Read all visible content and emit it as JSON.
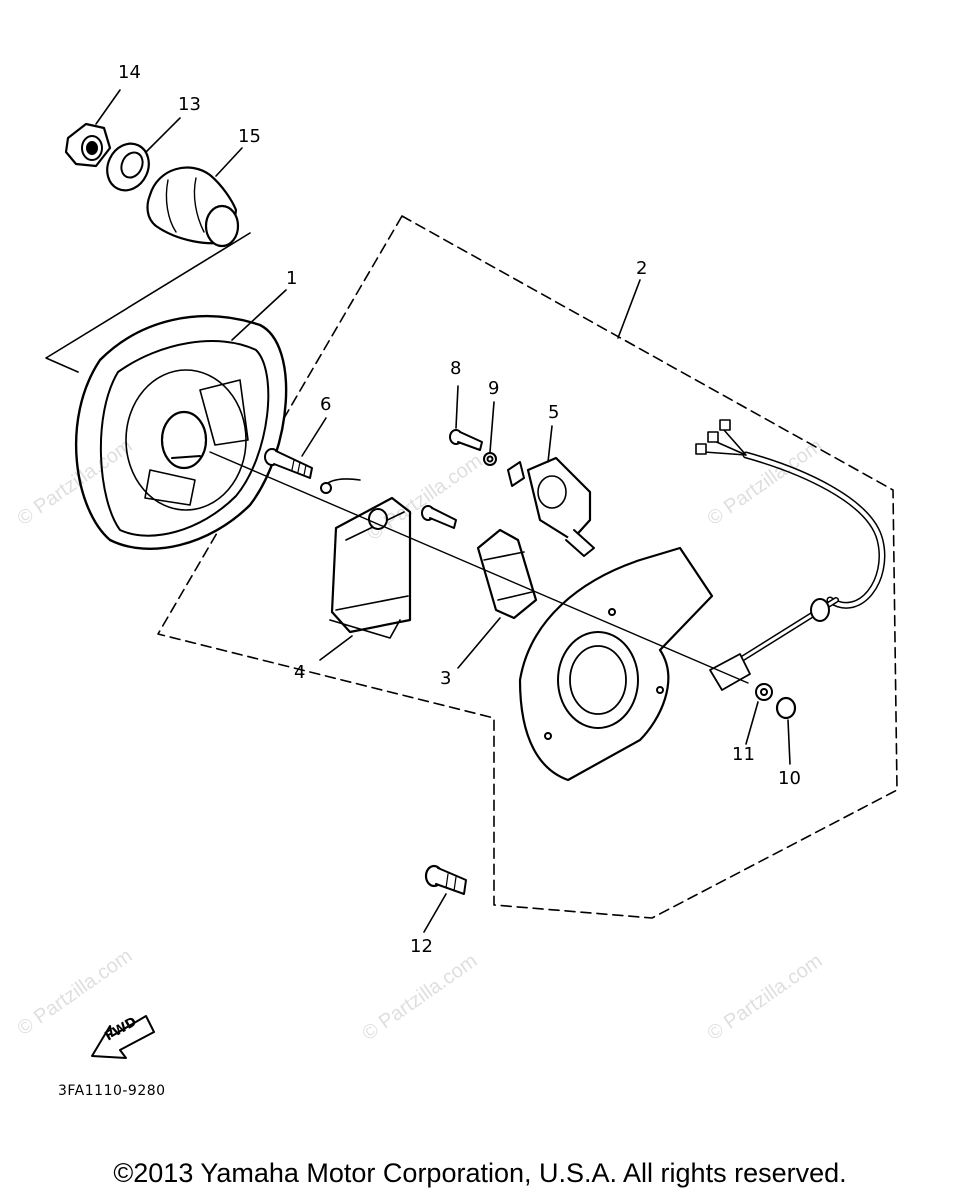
{
  "callouts": {
    "c1": "1",
    "c2": "2",
    "c3": "3",
    "c4": "4",
    "c5": "5",
    "c6": "6",
    "c8": "8",
    "c9": "9",
    "c10": "10",
    "c11": "11",
    "c12": "12",
    "c13": "13",
    "c14": "14",
    "c15": "15"
  },
  "watermark": "© Partzilla.com",
  "fwd_label": "FWD",
  "drawing_code": "3FA1110-9280",
  "copyright": "©2013  Yamaha Motor Corporation, U.S.A. All rights reserved."
}
